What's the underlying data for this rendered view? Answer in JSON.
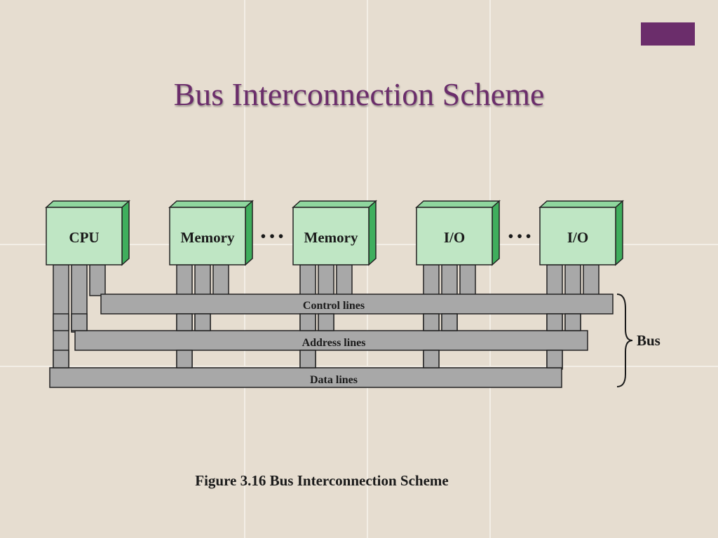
{
  "slide": {
    "title": "Bus Interconnection Scheme",
    "title_color": "#6b2d6b",
    "accent_color": "#6b2d6b"
  },
  "diagram": {
    "modules": [
      {
        "label": "CPU"
      },
      {
        "label": "Memory"
      },
      {
        "label": "Memory"
      },
      {
        "label": "I/O"
      },
      {
        "label": "I/O"
      }
    ],
    "ellipses": [
      "• • •",
      "• • •"
    ],
    "lines": {
      "control": "Control lines",
      "address": "Address lines",
      "data": "Data lines"
    },
    "bus_label": "Bus",
    "colors": {
      "module_fill": "#bfe6c4",
      "module_side": "#3fae5d",
      "bus_fill": "#a8a8a8"
    }
  },
  "caption": "Figure 3.16  Bus Interconnection Scheme"
}
